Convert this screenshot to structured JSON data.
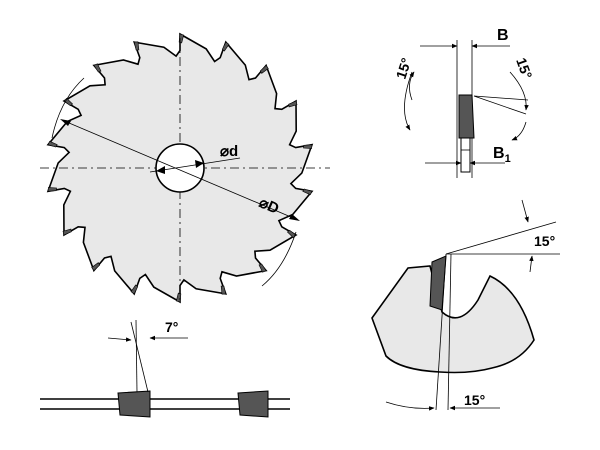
{
  "labels": {
    "bore_diameter": "⌀d",
    "outer_diameter": "⌀D",
    "kerf_width": "B",
    "body_thickness": "B",
    "body_thickness_sub": "1",
    "top_bevel_left": "15°",
    "top_bevel_right": "15°",
    "hook_angle": "15°",
    "clearance_angle": "15°",
    "side_clearance": "7°"
  },
  "colors": {
    "blade_fill": "#e8e8e8",
    "tip_fill": "#555555",
    "line": "#000000"
  }
}
